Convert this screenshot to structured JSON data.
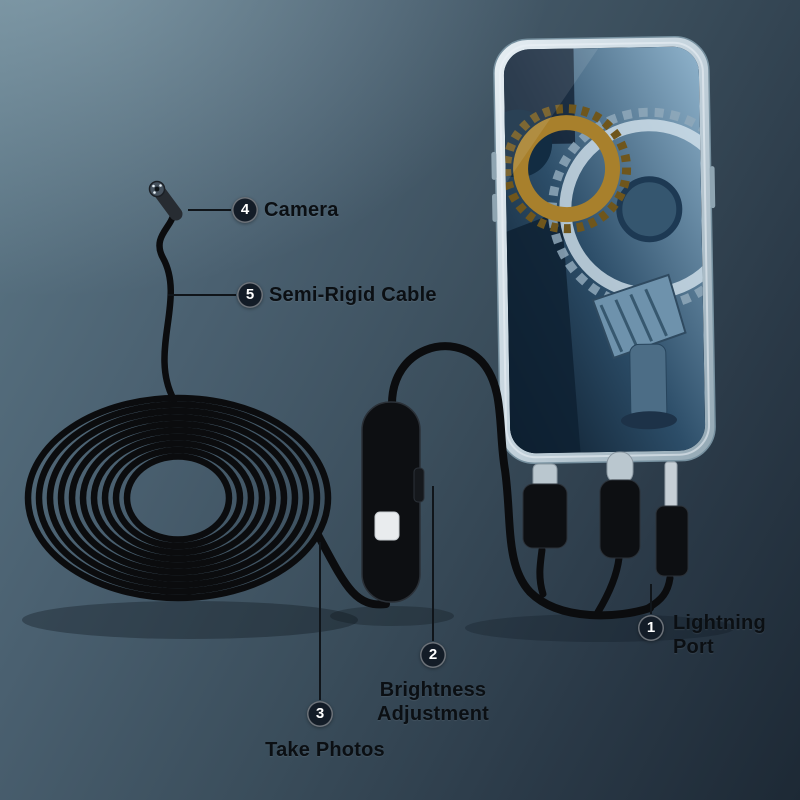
{
  "callouts": {
    "lightning_port": {
      "number": "1",
      "line1": "Lightning",
      "line2": "Port"
    },
    "brightness": {
      "number": "2",
      "line1": "Brightness",
      "line2": "Adjustment"
    },
    "take_photos": {
      "number": "3",
      "label": "Take Photos"
    },
    "camera": {
      "number": "4",
      "label": "Camera"
    },
    "semi_rigid_cable": {
      "number": "5",
      "label": "Semi-Rigid Cable"
    }
  },
  "colors": {
    "wall_light": "#5d7887",
    "wall_dark": "#1d2935",
    "cable_black": "#0b0c0e",
    "badge_fill": "#131c27",
    "badge_number": "#ffffff",
    "label_text": "#0b0f13",
    "phone_frame": "#cfdce4",
    "screen_steel_blue": "#7fa6c2",
    "connector_metal": "#bac7cf",
    "gear_gold": "#a8802c"
  }
}
